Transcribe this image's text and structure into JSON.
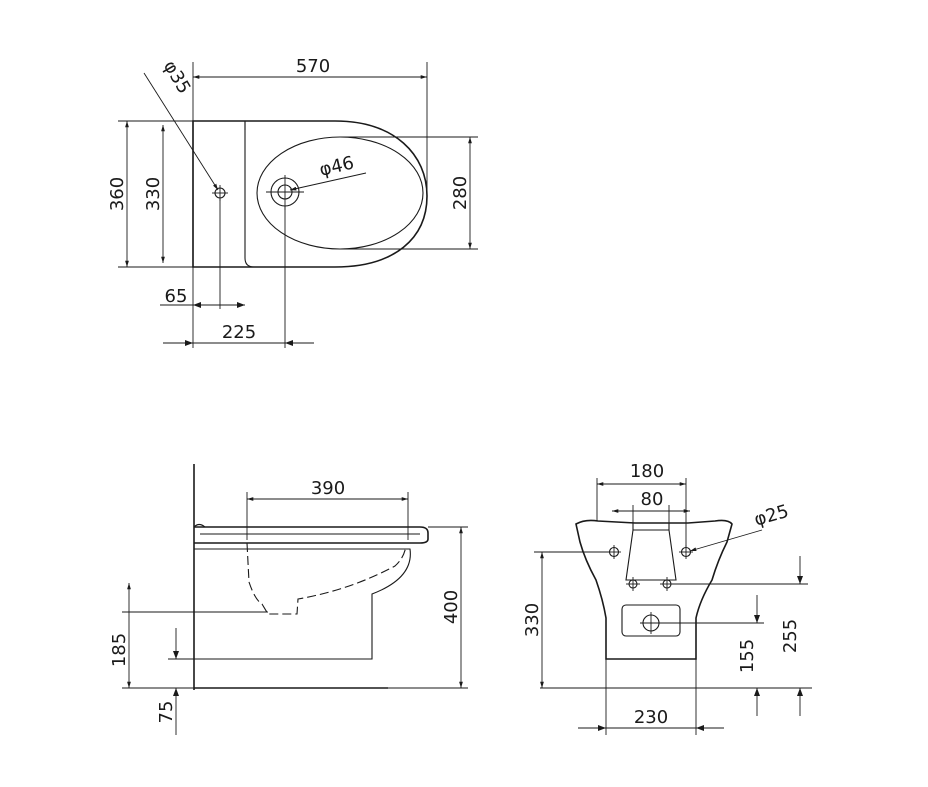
{
  "top_view": {
    "width": "570",
    "depth_overall": "360",
    "depth_bowl": "330",
    "bowl_width": "280",
    "tap_hole": "φ35",
    "outlet": "φ46",
    "tap_offset": "65",
    "outlet_offset": "225"
  },
  "side_view": {
    "projection": "390",
    "height": "400",
    "waste_height": "185",
    "floor_offset": "75"
  },
  "back_view": {
    "fixing_spacing_outer": "180",
    "fixing_spacing_inner": "80",
    "fixing_hole": "φ25",
    "upper_fixing_height": "330",
    "inlet_height": "255",
    "waste_height": "155",
    "width": "230"
  }
}
